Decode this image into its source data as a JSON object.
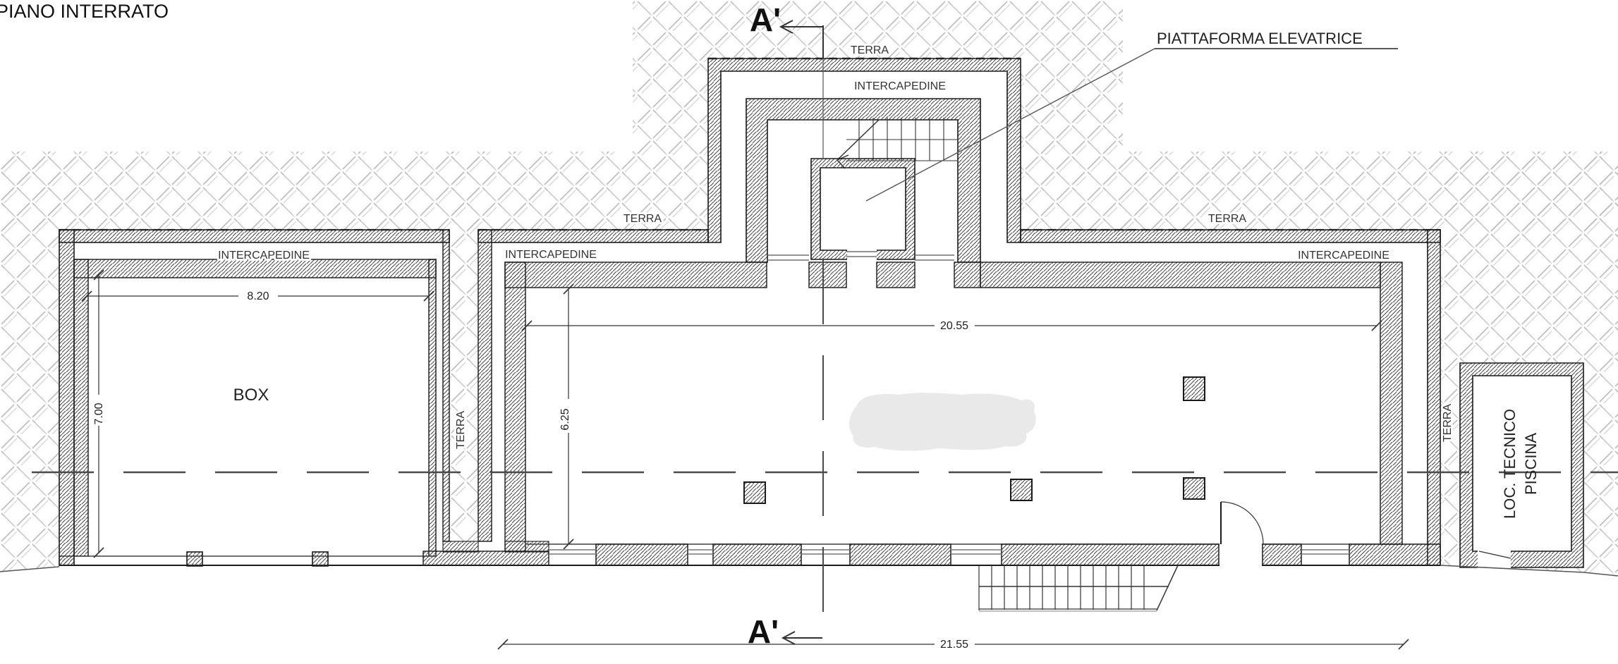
{
  "title": "PIANO INTERRATO",
  "colors": {
    "ink": "#1a1a1a",
    "wall_hatch": "#4a4a4a",
    "ground_hatch": "#bdbdbd",
    "centerline": "#4a4a4a",
    "window_line": "#777777",
    "blob": "#e9e9e9"
  },
  "plan": {
    "section_mark_top": "A'",
    "section_mark_bottom": "A'",
    "rooms": {
      "box": "BOX",
      "loc_tecnico_line1": "LOC. TECNICO",
      "loc_tecnico_line2": "PISCINA"
    },
    "annotations": {
      "elevator": "PIATTAFORMA ELEVATRICE",
      "terra_main_left": "TERRA",
      "terra_tower": "TERRA",
      "terra_main_right": "TERRA",
      "terra_strip_center": "TERRA",
      "terra_strip_right": "TERRA",
      "intercapedine_box": "INTERCAPEDINE",
      "intercapedine_main_left": "INTERCAPEDINE",
      "intercapedine_tower": "INTERCAPEDINE",
      "intercapedine_main_right": "INTERCAPEDINE"
    },
    "dimensions": {
      "box_width": "8.20",
      "box_depth": "7.00",
      "main_width": "20.55",
      "main_depth": "6.25",
      "overall_width": "21.55"
    }
  }
}
